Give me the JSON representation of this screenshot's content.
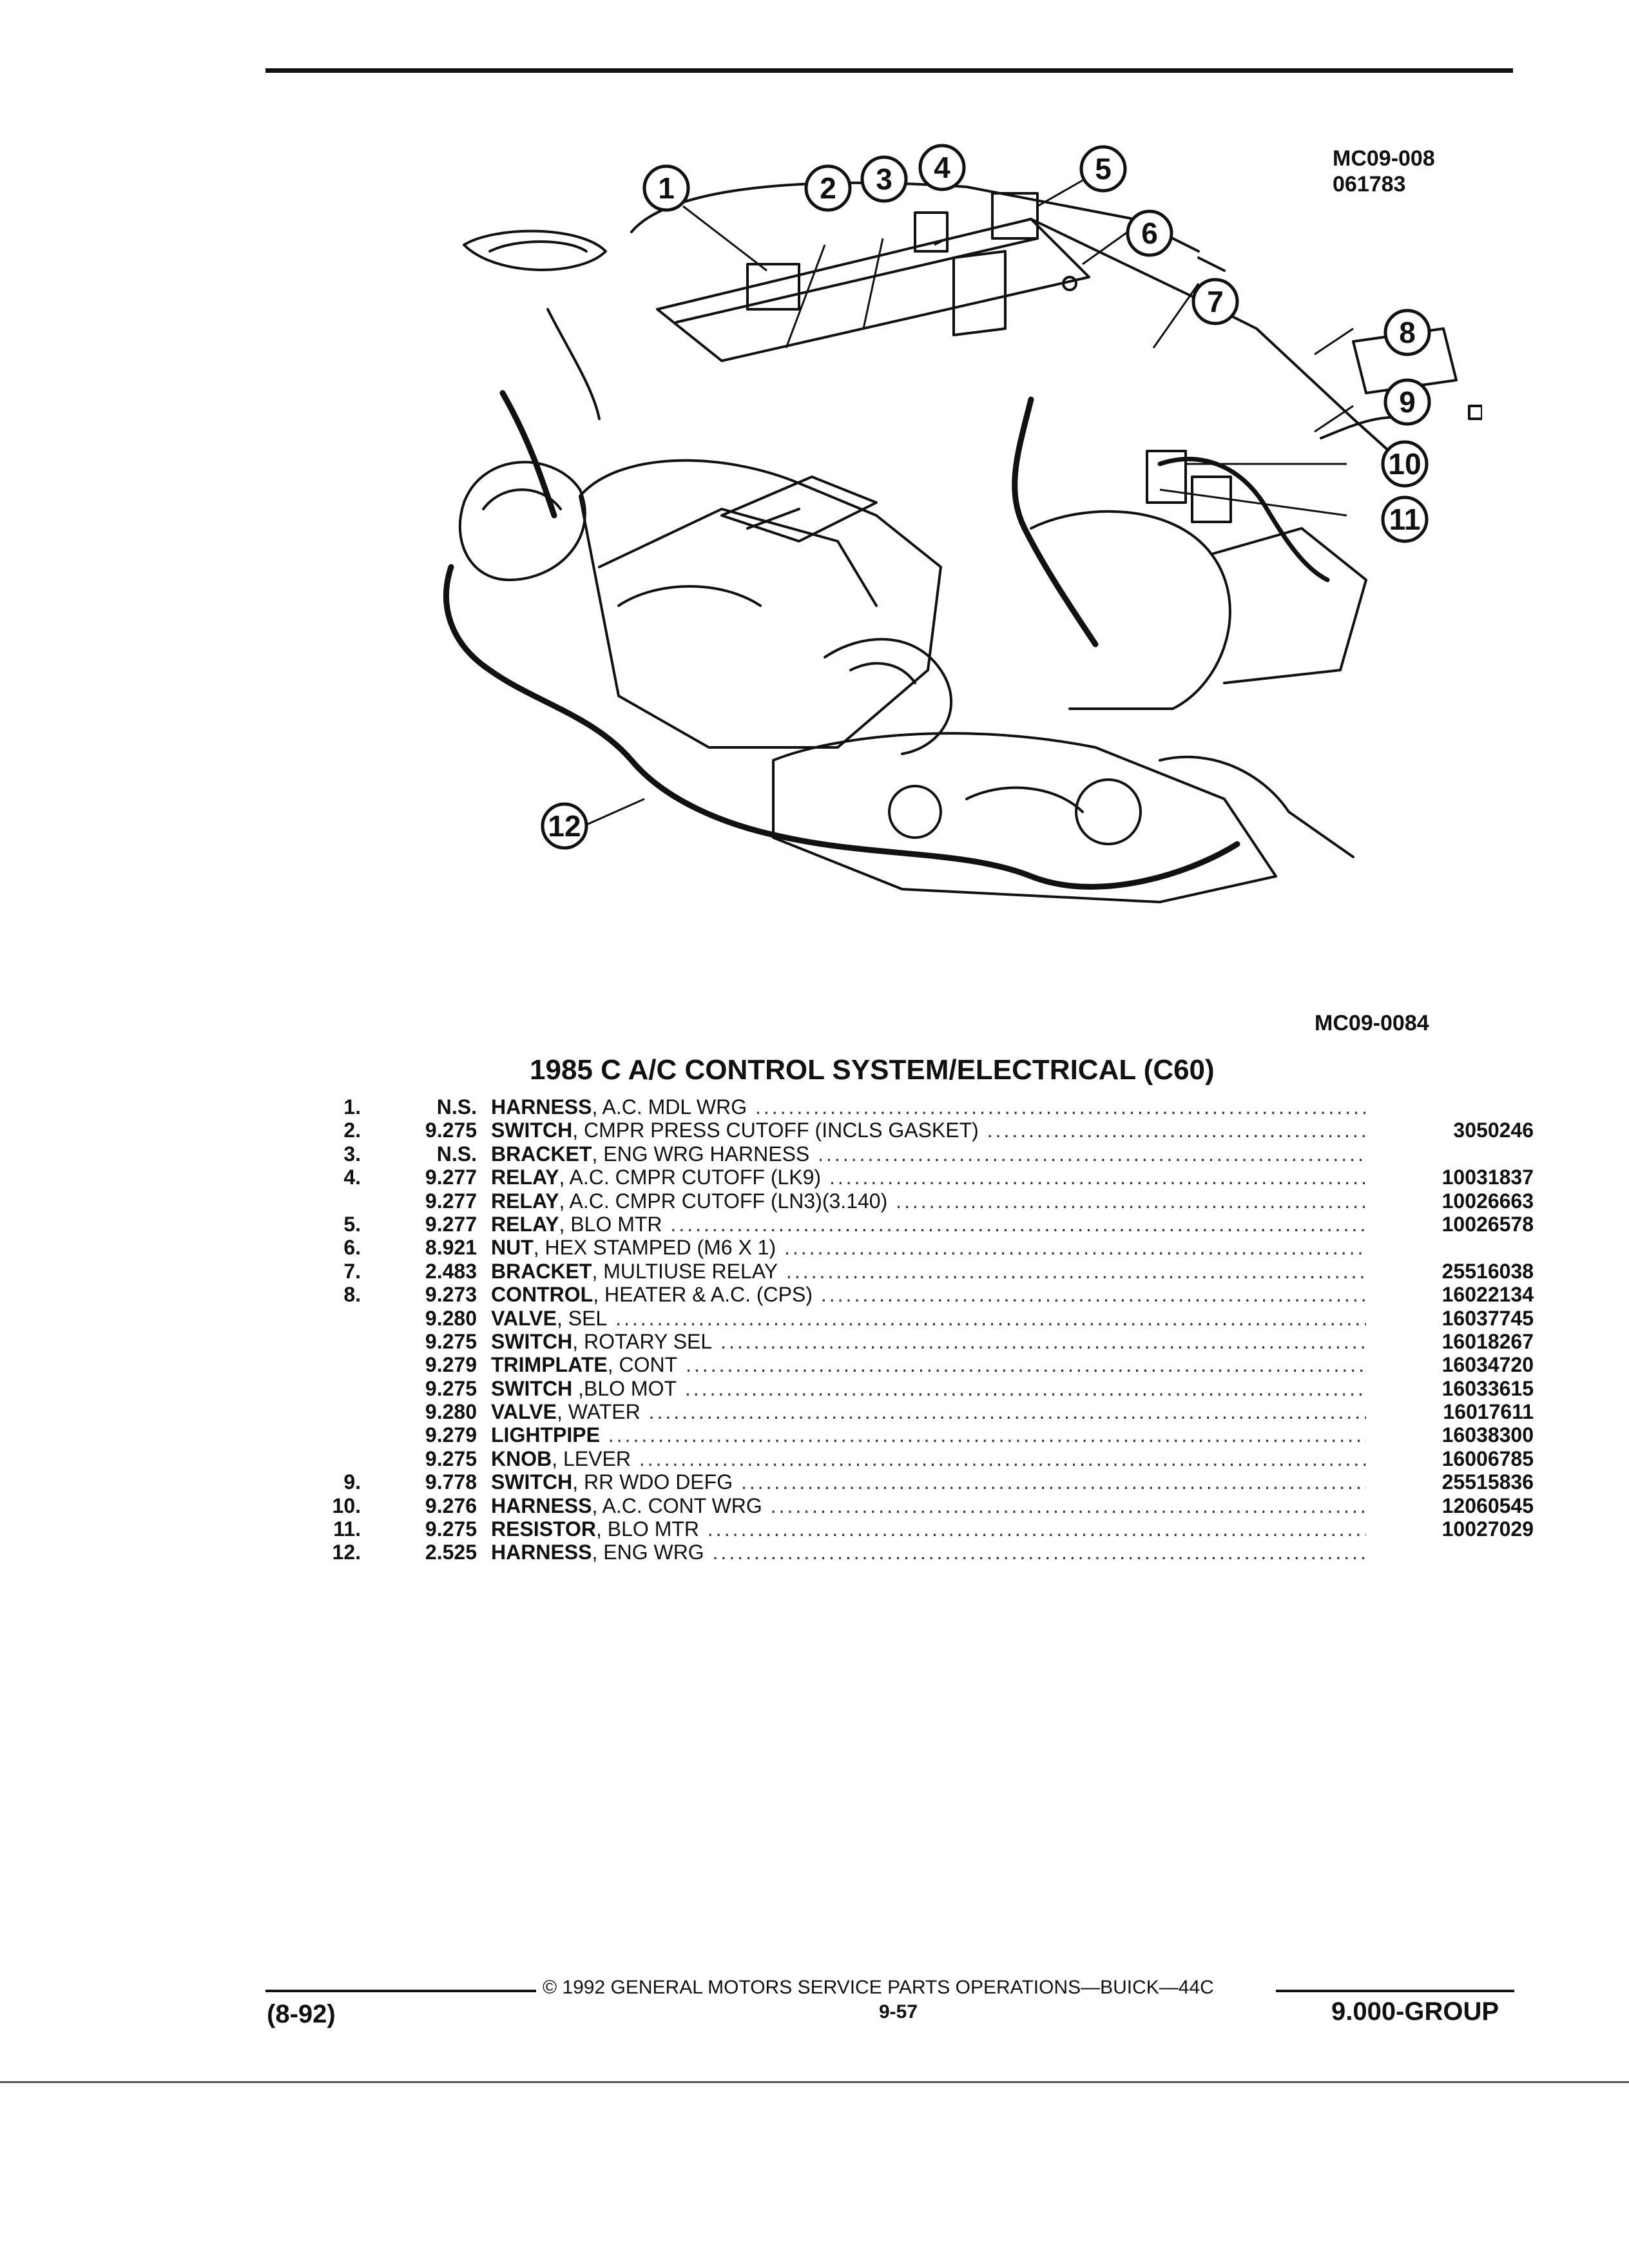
{
  "header": {
    "figure_code": "MC09-008",
    "figure_date": "061783"
  },
  "diagram": {
    "callouts": [
      "1",
      "2",
      "3",
      "4",
      "5",
      "6",
      "7",
      "8",
      "9",
      "10",
      "11",
      "12"
    ],
    "figure_ref": "MC09-0084"
  },
  "section_title": "1985 C A/C CONTROL SYSTEM/ELECTRICAL (C60)",
  "parts": [
    {
      "num": "1.",
      "group": "N.S.",
      "name": "HARNESS",
      "desc": ", A.C. MDL WRG",
      "pn": ""
    },
    {
      "num": "2.",
      "group": "9.275",
      "name": "SWITCH",
      "desc": ", CMPR PRESS CUTOFF (INCLS GASKET)",
      "pn": "3050246"
    },
    {
      "num": "3.",
      "group": "N.S.",
      "name": "BRACKET",
      "desc": ", ENG WRG HARNESS",
      "pn": ""
    },
    {
      "num": "4.",
      "group": "9.277",
      "name": "RELAY",
      "desc": ", A.C. CMPR CUTOFF (LK9)",
      "pn": "10031837"
    },
    {
      "num": "",
      "group": "9.277",
      "name": "RELAY",
      "desc": ", A.C. CMPR CUTOFF (LN3)(3.140)",
      "pn": "10026663"
    },
    {
      "num": "5.",
      "group": "9.277",
      "name": "RELAY",
      "desc": ", BLO MTR",
      "pn": "10026578"
    },
    {
      "num": "6.",
      "group": "8.921",
      "name": "NUT",
      "desc": ", HEX STAMPED (M6 X 1)",
      "pn": ""
    },
    {
      "num": "7.",
      "group": "2.483",
      "name": "BRACKET",
      "desc": ", MULTIUSE RELAY",
      "pn": "25516038"
    },
    {
      "num": "8.",
      "group": "9.273",
      "name": "CONTROL",
      "desc": ", HEATER & A.C. (CPS)",
      "pn": "16022134"
    },
    {
      "num": "",
      "group": "9.280",
      "name": "VALVE",
      "desc": ", SEL",
      "pn": "16037745"
    },
    {
      "num": "",
      "group": "9.275",
      "name": "SWITCH",
      "desc": ", ROTARY SEL",
      "pn": "16018267"
    },
    {
      "num": "",
      "group": "9.279",
      "name": "TRIMPLATE",
      "desc": ", CONT",
      "pn": "16034720"
    },
    {
      "num": "",
      "group": "9.275",
      "name": "SWITCH",
      "desc": " ,BLO MOT",
      "pn": "16033615"
    },
    {
      "num": "",
      "group": "9.280",
      "name": "VALVE",
      "desc": ", WATER",
      "pn": "16017611"
    },
    {
      "num": "",
      "group": "9.279",
      "name": "LIGHTPIPE",
      "desc": "",
      "pn": "16038300"
    },
    {
      "num": "",
      "group": "9.275",
      "name": "KNOB",
      "desc": ", LEVER",
      "pn": "16006785"
    },
    {
      "num": "9.",
      "group": "9.778",
      "name": "SWITCH",
      "desc": ", RR WDO DEFG",
      "pn": "25515836"
    },
    {
      "num": "10.",
      "group": "9.276",
      "name": "HARNESS",
      "desc": ", A.C. CONT WRG",
      "pn": "12060545"
    },
    {
      "num": "11.",
      "group": "9.275",
      "name": "RESISTOR",
      "desc": ", BLO MTR",
      "pn": "10027029"
    },
    {
      "num": "12.",
      "group": "2.525",
      "name": "HARNESS",
      "desc": ", ENG WRG",
      "pn": ""
    }
  ],
  "footer": {
    "date_code": "(8-92)",
    "copyright": "© 1992 GENERAL MOTORS SERVICE PARTS OPERATIONS—BUICK—44C",
    "page": "9-57",
    "group": "9.000-GROUP"
  }
}
